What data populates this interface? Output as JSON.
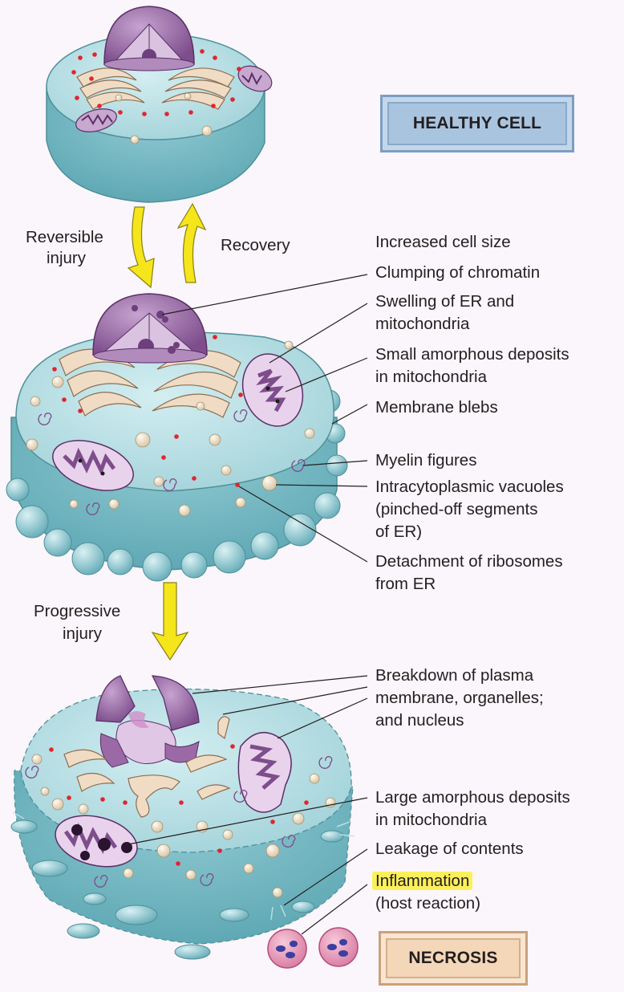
{
  "boxes": {
    "healthy": "HEALTHY CELL",
    "necrosis": "NECROSIS"
  },
  "arrows": {
    "reversible_line1": "Reversible",
    "reversible_line2": "injury",
    "recovery": "Recovery",
    "progressive_line1": "Progressive",
    "progressive_line2": "injury"
  },
  "reversible_labels": [
    "Increased cell size",
    "Clumping of chromatin",
    "Swelling of ER and",
    "mitochondria",
    "Small amorphous deposits",
    "in mitochondria",
    "Membrane blebs",
    "Myelin figures",
    "Intracytoplasmic vacuoles",
    "(pinched-off segments",
    "of ER)",
    "Detachment of ribosomes",
    "from ER"
  ],
  "necrosis_labels": [
    "Breakdown of plasma",
    "membrane, organelles;",
    "and nucleus",
    "Large amorphous deposits",
    "in mitochondria",
    "Leakage of contents",
    "Inflammation",
    "(host reaction)"
  ],
  "colors": {
    "cytoplasm": "#b3dde3",
    "cytoplasm_dark": "#6fb3be",
    "nucleus": "#9b6aa6",
    "er": "#f0dcc4",
    "ribosome": "#e2242f",
    "arrow": "#f5e51b",
    "highlight": "#fbf05a"
  }
}
